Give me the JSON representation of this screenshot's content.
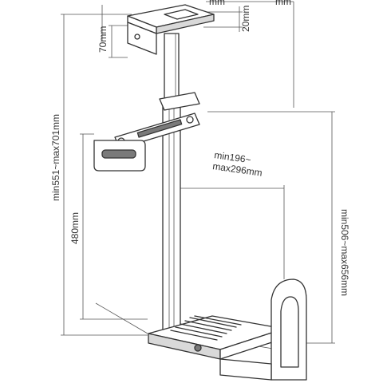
{
  "dimensions": {
    "top_right_partial_a": "mm",
    "top_right_partial_b": "mm",
    "bracket_height": "70mm",
    "plate_thickness": "20mm",
    "overall_height": "min551~max701mm",
    "holder_height": "480mm",
    "arm_reach_line1": "min196~",
    "arm_reach_line2": "max296mm",
    "right_height": "min506~max656mm"
  },
  "colors": {
    "line": "#333333",
    "fill_light": "#d9d9d9",
    "fill_dark": "#7a7a7a",
    "background": "#ffffff"
  }
}
